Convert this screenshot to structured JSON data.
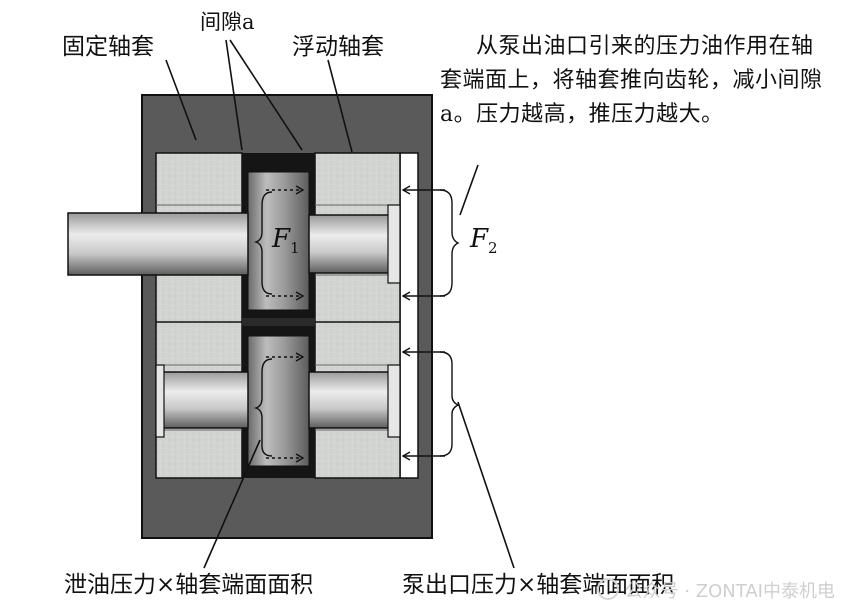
{
  "labels": {
    "fixed_sleeve": "固定轴套",
    "gap": "间隙a",
    "floating_sleeve": "浮动轴套",
    "description": "从泵出油口引来的压力油作用在轴套端面上，将轴套推向齿轮，减小间隙a。压力越高，推压力越大。",
    "f1": "F",
    "f1_sub": "1",
    "f2": "F",
    "f2_sub": "2",
    "bottom_left": "泄油压力×轴套端面面积",
    "bottom_right": "泵出口压力×轴套端面面积"
  },
  "watermark": {
    "text": "公众号 · ZONTAI中泰机电"
  },
  "colors": {
    "housing": "#5a5a5a",
    "sleeve": "#cfd2cf",
    "gear": "#8a8a8a",
    "gap_black": "#151515",
    "line": "#111111"
  }
}
